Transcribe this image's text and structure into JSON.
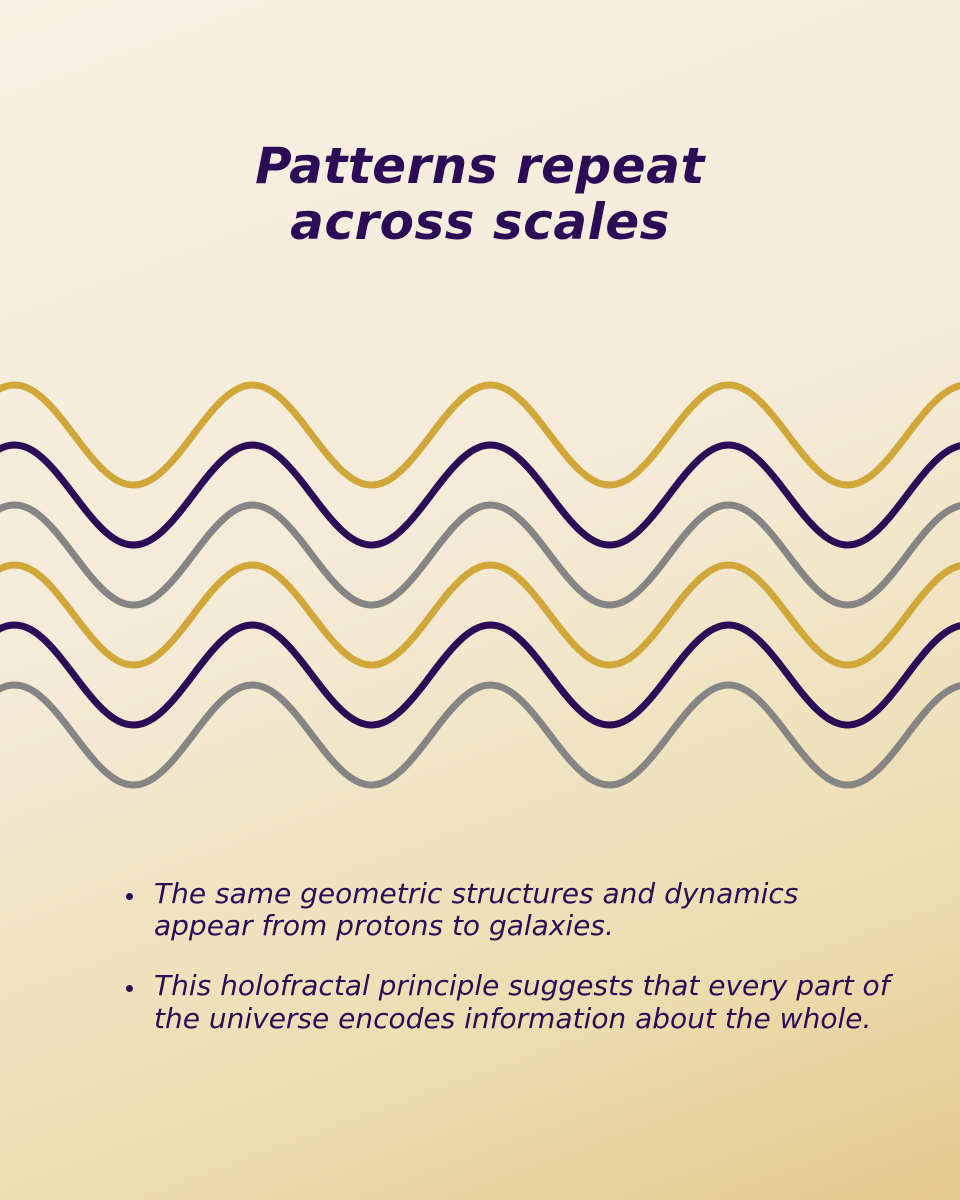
{
  "title": {
    "line1": "Patterns repeat",
    "line2": "across scales"
  },
  "waves": {
    "colors": [
      "#d2a73a",
      "#2c0c57",
      "#858585",
      "#d2a73a",
      "#2c0c57",
      "#858585"
    ]
  },
  "bullets": [
    {
      "text": "The same geometric structures and dynamics appear from protons to galaxies."
    },
    {
      "text": "This holofractal principle suggests that every part of the universe encodes information about the whole."
    }
  ]
}
